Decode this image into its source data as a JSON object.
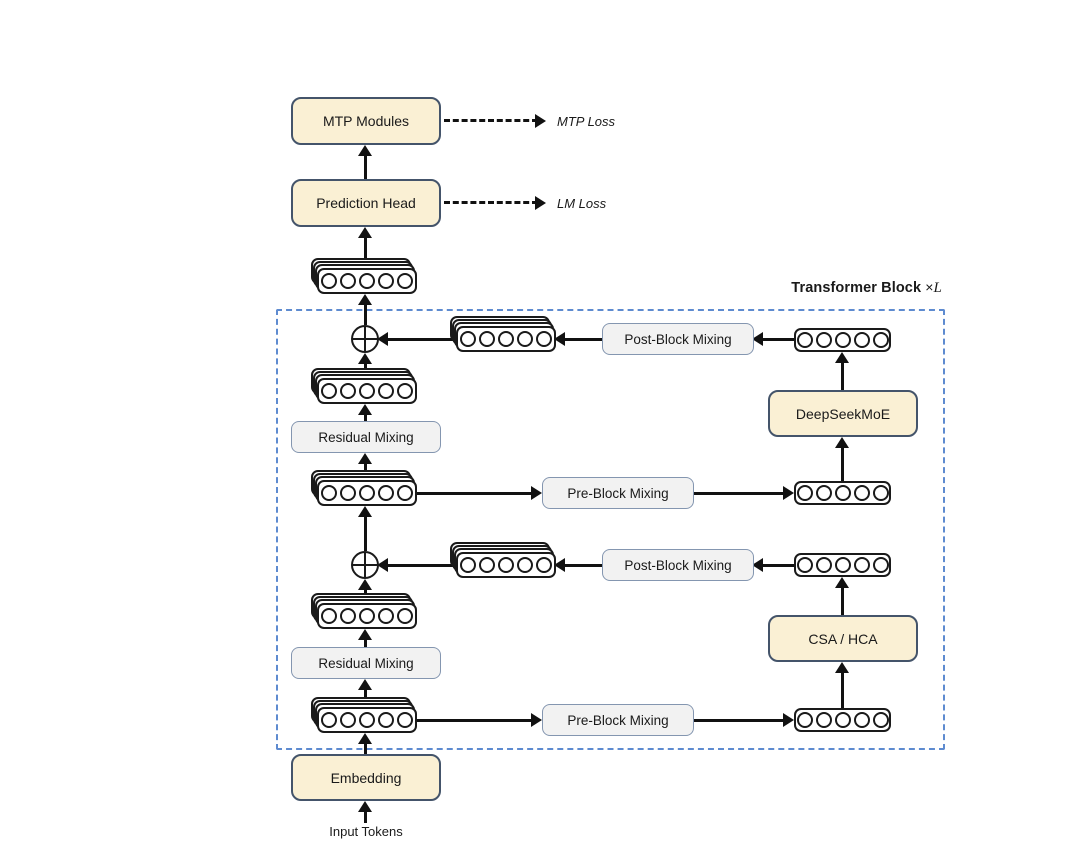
{
  "diagram": {
    "transformer_block": {
      "title": "Transformer Block ",
      "times": "×",
      "repeat": "L"
    },
    "boxes": {
      "mtp_modules": "MTP Modules",
      "prediction_head": "Prediction Head",
      "deepseek_moe": "DeepSeekMoE",
      "csa_hca": "CSA / HCA",
      "embedding": "Embedding",
      "post_block_mixing": "Post-Block Mixing",
      "pre_block_mixing": "Pre-Block Mixing",
      "residual_mixing": "Residual Mixing"
    },
    "losses": {
      "mtp": "MTP Loss",
      "lm": "LM Loss"
    },
    "input_label": "Input Tokens",
    "tokens_per_row": 5,
    "colors": {
      "module_fill": "#FAF0D4",
      "module_border": "#44546A",
      "mixing_fill": "#F2F2F2",
      "mixing_border": "#8496B0",
      "block_frame_dashed": "#5E8BD0",
      "arrow": "#111111",
      "token_stroke": "#1A1A1A"
    }
  }
}
